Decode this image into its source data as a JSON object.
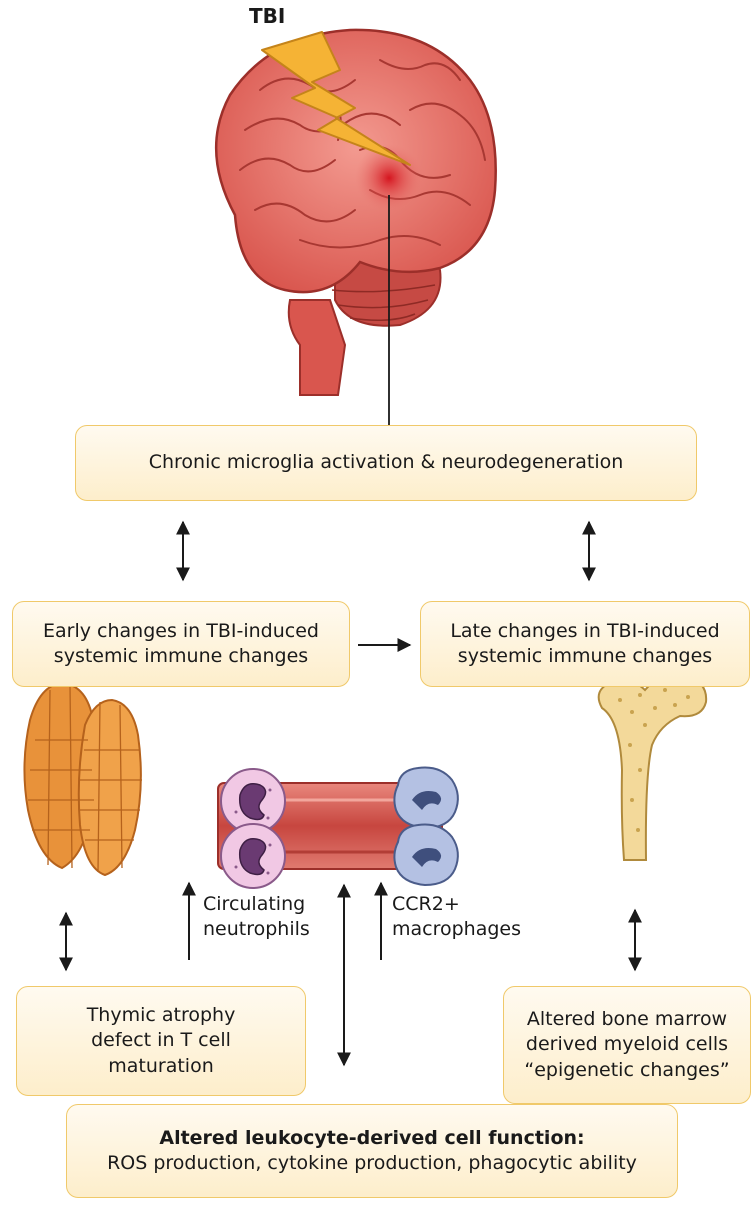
{
  "diagram": {
    "tbi_label": "TBI",
    "box_microglia": "Chronic microglia activation & neurodegeneration",
    "box_early": {
      "line1": "Early changes in TBI-induced",
      "line2": "systemic immune changes"
    },
    "box_late": {
      "line1": "Late changes in TBI-induced",
      "line2": "systemic immune changes"
    },
    "label_neutrophils": {
      "line1": "Circulating",
      "line2": "neutrophils"
    },
    "label_macrophages": {
      "line1": "CCR2+",
      "line2": "macrophages"
    },
    "box_thymic": {
      "line1": "Thymic atrophy",
      "line2": "defect in T cell",
      "line3": "maturation"
    },
    "box_bone": {
      "line1": "Altered bone marrow",
      "line2": "derived myeloid cells",
      "line3": "“epigenetic changes”"
    },
    "box_leukocyte": {
      "title": "Altered leukocyte-derived cell function:",
      "body": "ROS production, cytokine production, phagocytic ability"
    }
  },
  "colors": {
    "box_border": "#f0c96a",
    "box_fill": "#fdeecb",
    "brain": "#e8766f",
    "lightning": "#f5b335",
    "thymus": "#e8923a",
    "vessel": "#c9524a",
    "neutrophil": "#e8b4d8",
    "macrophage": "#9fb0d8",
    "bone": "#f3d99a"
  },
  "icons": [
    "brain-illustration",
    "lightning-bolt-icon",
    "thymus-illustration",
    "blood-vessel-illustration",
    "neutrophil-cell-icon",
    "macrophage-cell-icon",
    "bone-illustration"
  ]
}
